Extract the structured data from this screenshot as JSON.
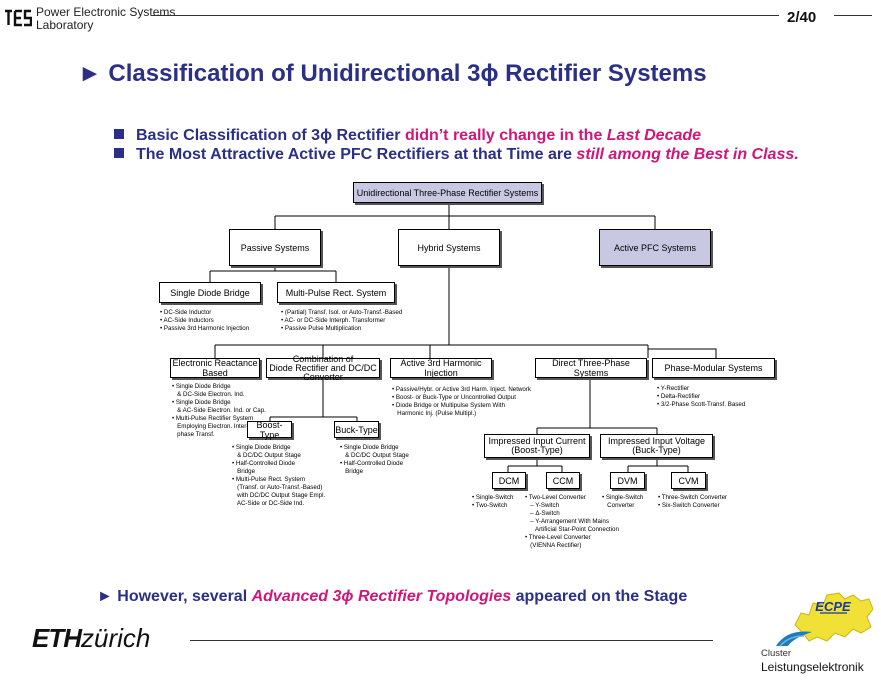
{
  "header": {
    "lab_line1": "Power Electronic Systems",
    "lab_line2": "Laboratory",
    "page": "2/40"
  },
  "title": {
    "prefix": "► ",
    "text": "Classification of Unidirectional 3ϕ Rectifier Systems"
  },
  "bullets": [
    {
      "a": "Basic Classification of 3ϕ Rectifier ",
      "b": "didn’t really change in the ",
      "c": "Last Decade"
    },
    {
      "a": "The Most Attractive Active PFC Rectifiers at that Time are ",
      "c": "still among the Best in Class."
    }
  ],
  "diagram": {
    "root": "Unidirectional Three-Phase Rectifier Systems",
    "passive": "Passive Systems",
    "hybrid": "Hybrid Systems",
    "active_pfc": "Active PFC Systems",
    "single_diode_bridge": "Single Diode Bridge",
    "multi_pulse": "Multi-Pulse Rect. System",
    "sdb_list": "• DC-Side Inductor\n• AC-Side Inductors\n• Passive 3rd Harmonic Injection",
    "mp_list": "• (Partial) Transf. Isol. or Auto-Transf.-Based\n• AC- or DC-Side Interph. Transformer\n• Passive Pulse Multiplication",
    "electronic_reactance": "Electronic Reactance Based",
    "combination_l1": "Combination of",
    "combination_l2": "Diode Rectifier and DC/DC Converter",
    "active_3rd": "Active 3rd Harmonic Injection",
    "direct_three_phase": "Direct Three-Phase Systems",
    "phase_modular": "Phase-Modular Systems",
    "er_list": "• Single Diode Bridge\n   & DC-Side Electron. Ind.\n• Single Diode Bridge\n   & AC-Side Electron. Ind. or Cap.\n• Multi-Pulse Rectifier System\n   Employing Electron. Inter-\n   phase Transf.",
    "a3_list": "• Passive/Hybr. or Active 3rd Harm. Inject. Network\n• Boost- or Buck-Type or Uncontrolled Output\n• Diode Bridge or Multipulse System With\n   Harmonic Inj. (Pulse Multipl.)",
    "pm_list": "• Y-Rectifier\n• Delta-Rectifier\n• 3/2-Phase Scott-Transf. Based",
    "boost_type": "Boost-Type",
    "buck_type": "Buck-Type",
    "boost_list": "• Single Diode Bridge\n   & DC/DC Output Stage\n• Half-Controlled Diode\n   Bridge\n• Multi-Pulse Rect. System\n   (Transf. or Auto-Transf.-Based)\n   with DC/DC Output Stage Empl.\n   AC-Side or DC-Side Ind.",
    "buck_list": "• Single Diode Bridge\n   & DC/DC Output Stage\n• Half-Controlled Diode\n   Bridge",
    "impressed_current_l1": "Impressed Input Current",
    "impressed_current_l2": "(Boost-Type)",
    "impressed_voltage_l1": "Impressed Input Voltage",
    "impressed_voltage_l2": "(Buck-Type)",
    "dcm": "DCM",
    "ccm": "CCM",
    "dvm": "DVM",
    "cvm": "CVM",
    "dcm_list": "• Single-Switch\n• Two-Switch",
    "ccm_list": "• Two-Level Converter\n   – Y-Switch\n   – Δ-Switch\n   – Y-Arrangement With Mains\n      Artificial Star-Point Connection\n• Three-Level Converter\n   (VIENNA Rectifier)",
    "dvm_list": "• Single-Switch\n   Converter",
    "cvm_list": "• Three-Switch Converter\n• Six-Switch Converter"
  },
  "footer": {
    "prefix": "► ",
    "a": "However, several ",
    "b": "Advanced 3ϕ Rectifier Topologies",
    "c": " appeared on the Stage",
    "eth_bold": "ETH",
    "eth_rest": "zürich",
    "cluster_l1": "Cluster",
    "cluster_l2": "Leistungselektronik",
    "ecpe": "ECPE"
  },
  "colors": {
    "accent": "#2b2f86",
    "highlight": "#d0167b",
    "box_fill": "#c9c8e3"
  }
}
